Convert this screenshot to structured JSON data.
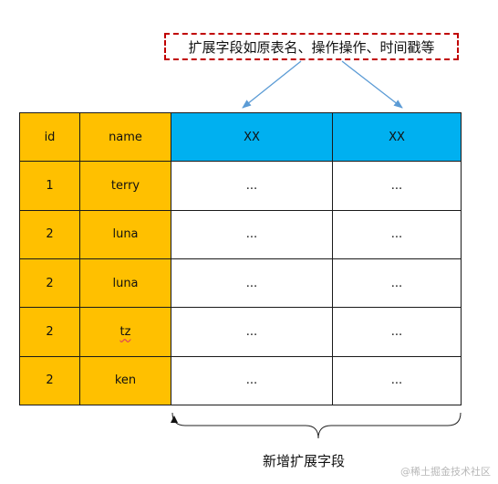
{
  "callout": {
    "text": "扩展字段如原表名、操作操作、时间戳等"
  },
  "table": {
    "header": [
      "id",
      "name",
      "XX",
      "XX"
    ],
    "rows": [
      [
        "1",
        "terry",
        "...",
        "..."
      ],
      [
        "2",
        "luna",
        "...",
        "..."
      ],
      [
        "2",
        "luna",
        "...",
        "..."
      ],
      [
        "2",
        "tz",
        "...",
        "..."
      ],
      [
        "2",
        "ken",
        "...",
        "..."
      ]
    ]
  },
  "bracket_caption": "新增扩展字段",
  "watermark": "@稀土掘金技术社区",
  "colors": {
    "base_columns": "#ffc000",
    "extension_header": "#00b0f0",
    "callout_border": "#c00000",
    "arrow": "#5b9bd5"
  }
}
